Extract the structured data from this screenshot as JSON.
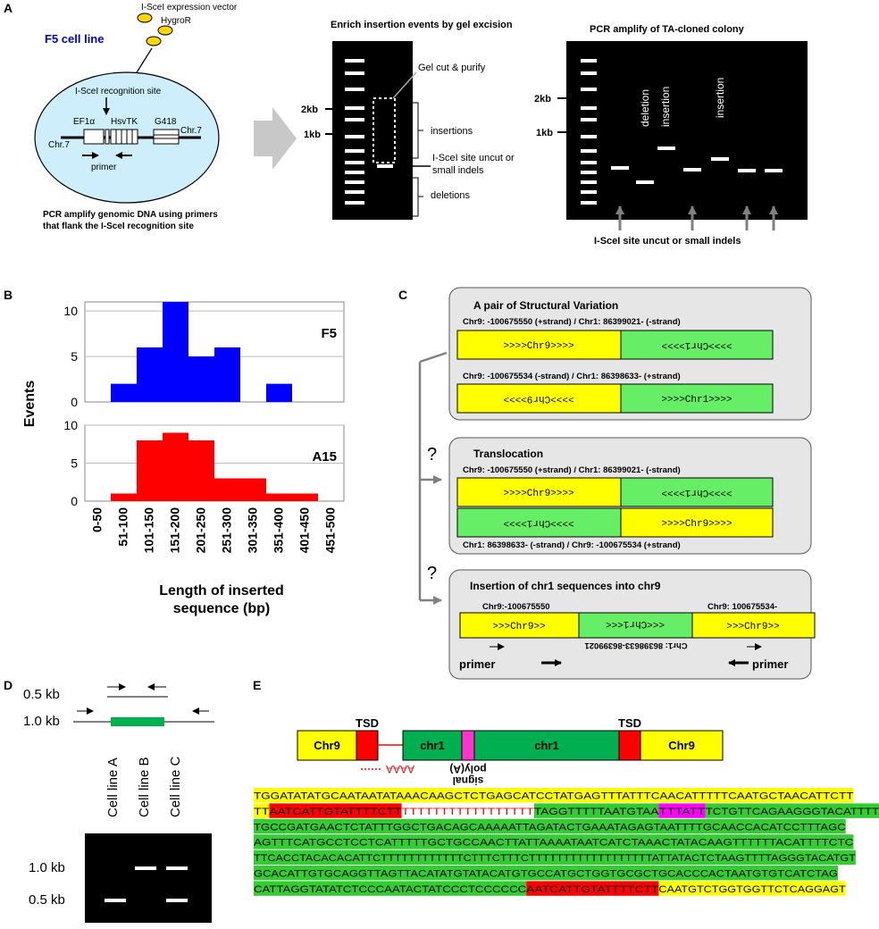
{
  "panel_a": {
    "letter": "A",
    "vector_label": "I-SceI expression vector",
    "hygro_label": "HygroR",
    "cell_line_title": "F5 cell line",
    "recognition_site": "I-SceI recognition site",
    "ef1a": "EF1α",
    "hsvtk": "HsvTK",
    "g418": "G418",
    "chr7_left": "Chr.7",
    "chr7_right": "Chr.7",
    "primer": "primer",
    "pcr_caption_1": "PCR amplify genomic DNA using primers",
    "pcr_caption_2": "that flank the I-SceI recognition site",
    "enrich_title": "Enrich insertion events by gel  excision",
    "size_2kb": "2kb",
    "size_1kb": "1kb",
    "gel_cut": "Gel cut & purify",
    "insertions": "insertions",
    "uncut_1": "I-SceI site uncut or",
    "uncut_2": "small indels",
    "deletions": "deletions",
    "pcr_ta_title": "PCR amplify of TA-cloned colony",
    "lane_deletion": "deletion",
    "lane_insertion_1": "insertion",
    "lane_insertion_2": "insertion",
    "uncut_bottom": "I-SceI site uncut or small indels"
  },
  "panel_b": {
    "letter": "B",
    "ylabel": "Events",
    "xlabel_1": "Length of inserted",
    "xlabel_2": "sequence (bp)",
    "colors": {
      "F5": "#0000ff",
      "A15": "#ff0000"
    }
  },
  "chart_data": [
    {
      "type": "bar",
      "series_label": "F5",
      "categories": [
        "0-50",
        "51-100",
        "101-150",
        "151-200",
        "201-250",
        "251-300",
        "301-350",
        "351-400",
        "401-450",
        "451-500"
      ],
      "values": [
        0,
        2,
        6,
        11,
        5,
        6,
        0,
        2,
        0,
        0
      ],
      "ylim": [
        0,
        11
      ],
      "yticks": [
        0,
        5,
        10
      ],
      "grid": true
    },
    {
      "type": "bar",
      "series_label": "A15",
      "categories": [
        "0-50",
        "51-100",
        "101-150",
        "151-200",
        "201-250",
        "251-300",
        "301-350",
        "351-400",
        "401-450",
        "451-500"
      ],
      "values": [
        0,
        1,
        8,
        9,
        8,
        3,
        3,
        1,
        1,
        0
      ],
      "ylim": [
        0,
        10
      ],
      "yticks": [
        0,
        5,
        10
      ],
      "grid": true
    }
  ],
  "panel_c": {
    "letter": "C",
    "sv_title": "A pair of Structural Variation",
    "sv_row1_label": "Chr9: -100675550 (+strand) / Chr1: 86399021- (-strand)",
    "sv_row2_label": "Chr9: -100675534 (-strand) / Chr1: 86398633- (+strand)",
    "chr9_fwd": ">>>>Chr9>>>>",
    "chr9_rev": "<<<<Chr9<<<<",
    "chr1_rev": "<<<<Chr1<<<<",
    "chr1_fwd": ">>>>Chr1>>>>",
    "question_1": "?",
    "question_2": "?",
    "trans_title": "Translocation",
    "trans_row1_label": "Chr9: -100675550 (+strand) / Chr1: 86399021- (-strand)",
    "trans_row2_label": "Chr1: 86398633- (-strand) / Chr9: -100675534 (+strand)",
    "ins_title": "Insertion of chr1 sequences into chr9",
    "ins_left_label": "Chr9:-100675550",
    "ins_right_label": "Chr9: 100675534-",
    "ins_chr9_a": ">>>Chr9>>",
    "ins_chr1": "<<<Chr1<<<",
    "ins_chr9_b": ">>>Chr9>>",
    "ins_chr1_coords": "Chr1: 86398633-86399021",
    "primer_left": "primer",
    "primer_right": "primer"
  },
  "panel_d": {
    "letter": "D",
    "size_05": "0.5 kb",
    "size_10": "1.0 kb",
    "lane_a": "Cell line A",
    "lane_b": "Cell line B",
    "lane_c": "Cell line C",
    "gel_10": "1.0 kb",
    "gel_05": "0.5 kb"
  },
  "panel_e": {
    "letter": "E",
    "chr9_left": "Chr9",
    "tsd_left": "TSD",
    "chr1_a": "chr1",
    "chr1_b": "chr1",
    "tsd_right": "TSD",
    "chr9_right": "Chr9",
    "polya": "AAAA",
    "polya_signal_1": "poly(A)",
    "polya_signal_2": "signal",
    "seq_lines": [
      [
        {
          "t": "TGGATATATGCAATAATATAAACAAGCTCTGAGCATCCTATGAGTTTATTTCAACATTTTTCAATGCTAACATTCTT",
          "c": "#ffff00"
        }
      ],
      [
        {
          "t": "TT",
          "c": "#ffff00"
        },
        {
          "t": "AATCATTGTATTTTCTT",
          "c": "#ff0000"
        },
        {
          "t": "TTTTTTTTTTTTTTTTT",
          "c": "#ffffff",
          "fg": "#ff0000"
        },
        {
          "t": "TAGGTTTTTAATGTAA",
          "c": "#33cc33"
        },
        {
          "t": "TTTATT",
          "c": "#ff00ff"
        },
        {
          "t": "TCTGTTCAGAAGGGTACATTTTCTAT",
          "c": "#33cc33"
        }
      ],
      [
        {
          "t": "TGCCGATGAACTCTATTTGGCTGACAGCAAAAATTAGATACTGAAATAGAGTAATTTTGCAACCACATCCTTTAGC",
          "c": "#33cc33"
        }
      ],
      [
        {
          "t": "AGTTTCATGCCTCCTCATTTTTGCTGCCAACTTATTAAAATAATCATCTAAACTATACAAGTTTTTTACATTTTCTC",
          "c": "#33cc33"
        }
      ],
      [
        {
          "t": "TTCACCTACACACATTCTTTTTTTTTTTTCTTTCTTTCTTTTTTTTTTTTTTTTTTATTATACTCTAAGTTTTAGGGTACATGT",
          "c": "#33cc33"
        }
      ],
      [
        {
          "t": "GCACATTGTGCAGGTTAGTTACATATGTATACATGTGCCATGCTGGTGCGCTGCACCCACTAATGTGTCATCTAG",
          "c": "#33cc33"
        }
      ],
      [
        {
          "t": "CATTAGGTATATCTCCCAATACTATCCCTCCCCCC",
          "c": "#33cc33"
        },
        {
          "t": "AATCATTGTATTTTCTT",
          "c": "#ff0000"
        },
        {
          "t": "CAATGTCTGGTGGTTCTCAGGAGT",
          "c": "#ffff00"
        }
      ]
    ]
  }
}
